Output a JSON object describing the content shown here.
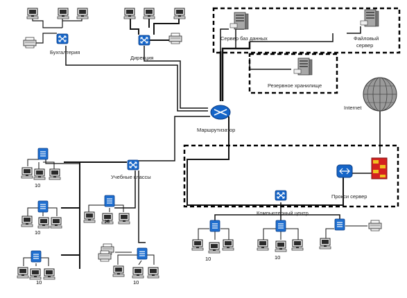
{
  "labels": {
    "accounting": "Бухгалтерия",
    "directorate": "Дирекция",
    "db_server": "Сервер баз данных",
    "file_server_line1": "Файловый",
    "file_server_line2": "сервер",
    "backup_storage": "Резервное хранилище",
    "internet": "Internet",
    "router": "Маршрутизатор",
    "classes": "Учебные классы",
    "proxy": "Прокси сервер",
    "computer_center": "Компьютерный центр",
    "count_10": "10"
  },
  "colors": {
    "switch_blue": "#1565c8",
    "line": "#111111",
    "firewall_red": "#d42020",
    "firewall_yellow": "#f0c020",
    "server_gray": "#9a9a9a",
    "globe_gray": "#8a8a8a"
  },
  "icons": {
    "switch": "switch-icon",
    "hub": "hub-icon",
    "router": "router-icon",
    "computer": "computer-icon",
    "printer": "printer-icon",
    "server": "server-icon",
    "globe": "globe-icon",
    "firewall": "firewall-icon",
    "proxy": "proxy-server-icon"
  }
}
